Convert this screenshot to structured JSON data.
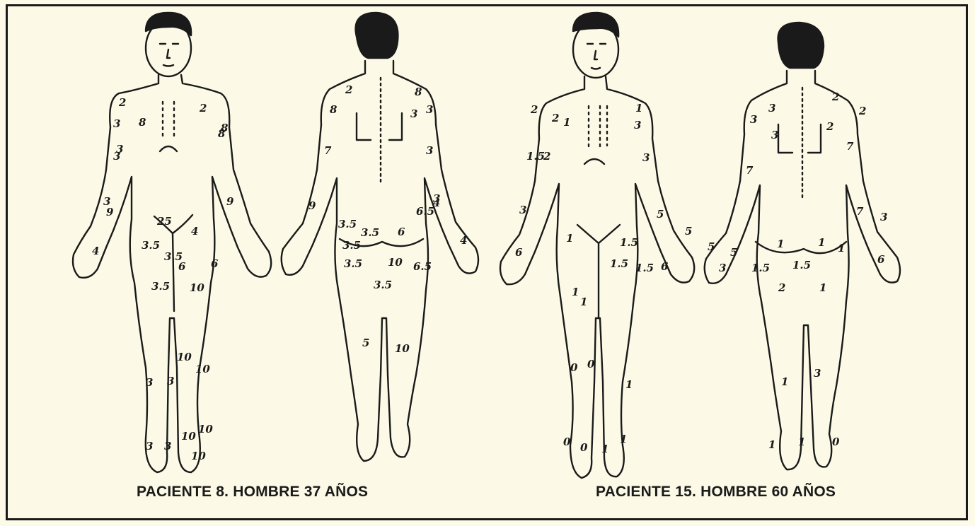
{
  "figures": [
    {
      "caption": "PACIENTE 8.  HOMBRE 37 AÑOS",
      "front_marks": [
        "2",
        "3",
        "8",
        "2",
        "8",
        "8",
        "3",
        "3",
        "3",
        "9",
        "9",
        "4",
        "25",
        "4",
        "3.5",
        "3.5",
        "6",
        "3.5",
        "6",
        "10",
        "10",
        "10",
        "3",
        "3",
        "10",
        "3",
        "3",
        "10",
        "10"
      ],
      "back_marks": [
        "8",
        "2",
        "8",
        "3",
        "3",
        "7",
        "3",
        "9",
        "4",
        "3.5",
        "3.5",
        "3.5",
        "3.5",
        "6",
        "6.5",
        "10",
        "3.5",
        "4",
        "3",
        "6.5",
        "5",
        "10"
      ]
    },
    {
      "caption": "PACIENTE 15.  HOMBRE 60 AÑOS",
      "front_marks": [
        "2",
        "2",
        "1",
        "1",
        "3",
        "1.5",
        "2",
        "3",
        "3",
        "5",
        "5",
        "6",
        "6",
        "1",
        "1.5",
        "1.5",
        "1.5",
        "1",
        "1",
        "0",
        "0",
        "1",
        "0",
        "0",
        "1",
        "1"
      ],
      "back_marks": [
        "3",
        "3",
        "2",
        "2",
        "3",
        "2",
        "7",
        "7",
        "7",
        "3",
        "3",
        "5",
        "5",
        "1.5",
        "6",
        "1",
        "1",
        "1",
        "1.5",
        "2",
        "1",
        "1",
        "3",
        "1",
        "0",
        "1"
      ]
    }
  ]
}
